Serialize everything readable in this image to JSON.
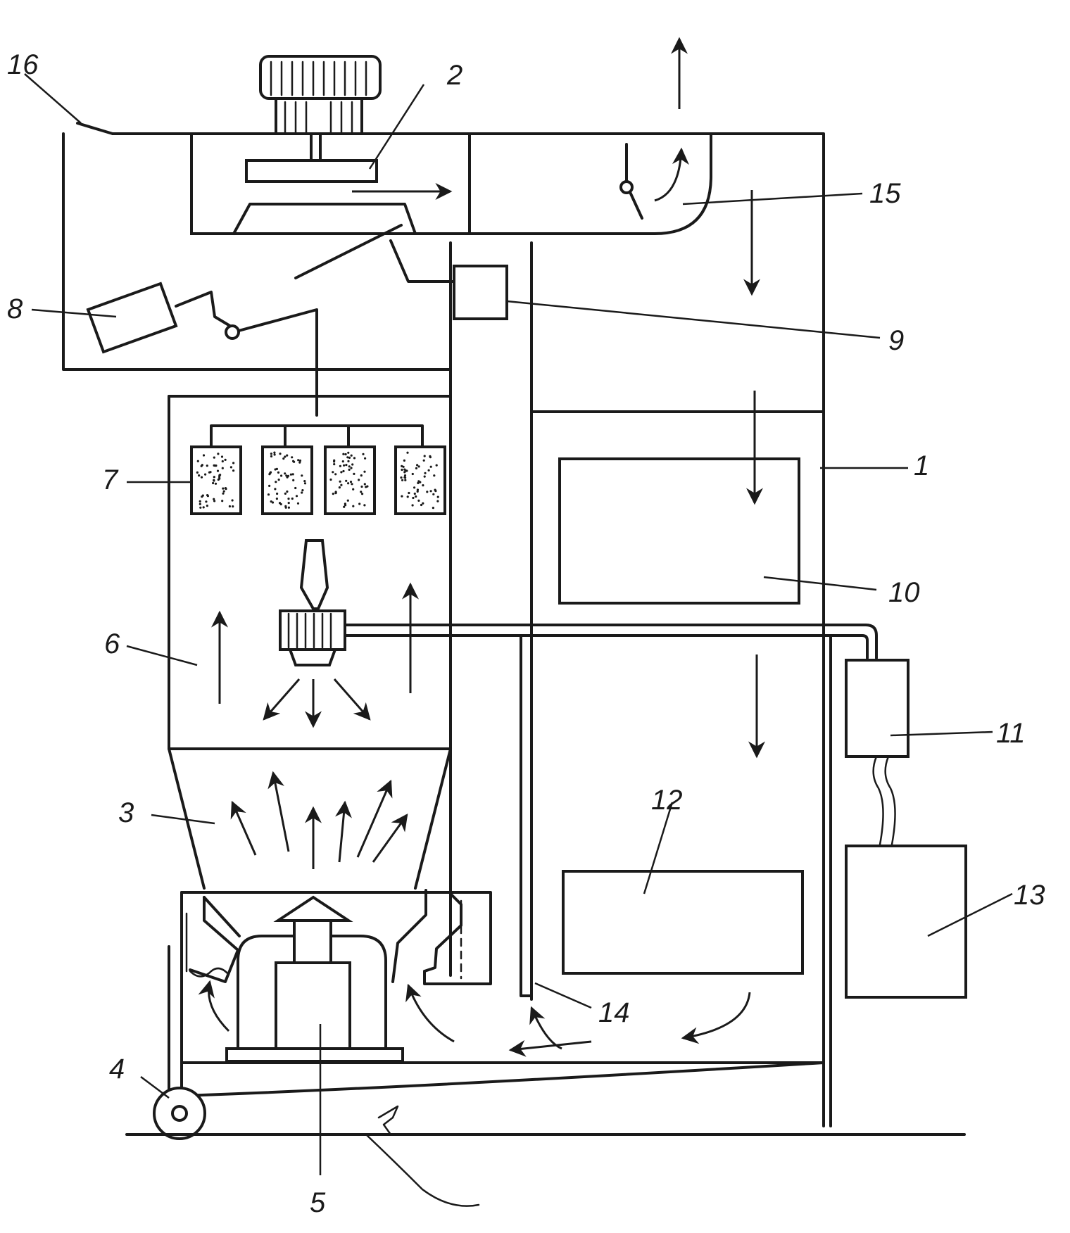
{
  "labels": [
    {
      "id": "label-1",
      "text": "1"
    },
    {
      "id": "label-2",
      "text": "2"
    },
    {
      "id": "label-3",
      "text": "3"
    },
    {
      "id": "label-4",
      "text": "4"
    },
    {
      "id": "label-5",
      "text": "5"
    },
    {
      "id": "label-6",
      "text": "6"
    },
    {
      "id": "label-7",
      "text": "7"
    },
    {
      "id": "label-8",
      "text": "8"
    },
    {
      "id": "label-9",
      "text": "9"
    },
    {
      "id": "label-10",
      "text": "10"
    },
    {
      "id": "label-11",
      "text": "11"
    },
    {
      "id": "label-12",
      "text": "12"
    },
    {
      "id": "label-13",
      "text": "13"
    },
    {
      "id": "label-14",
      "text": "14"
    },
    {
      "id": "label-15",
      "text": "15"
    },
    {
      "id": "label-16",
      "text": "16"
    }
  ],
  "colors": {
    "ink": "#1a1a1a",
    "paper": "#ffffff"
  }
}
